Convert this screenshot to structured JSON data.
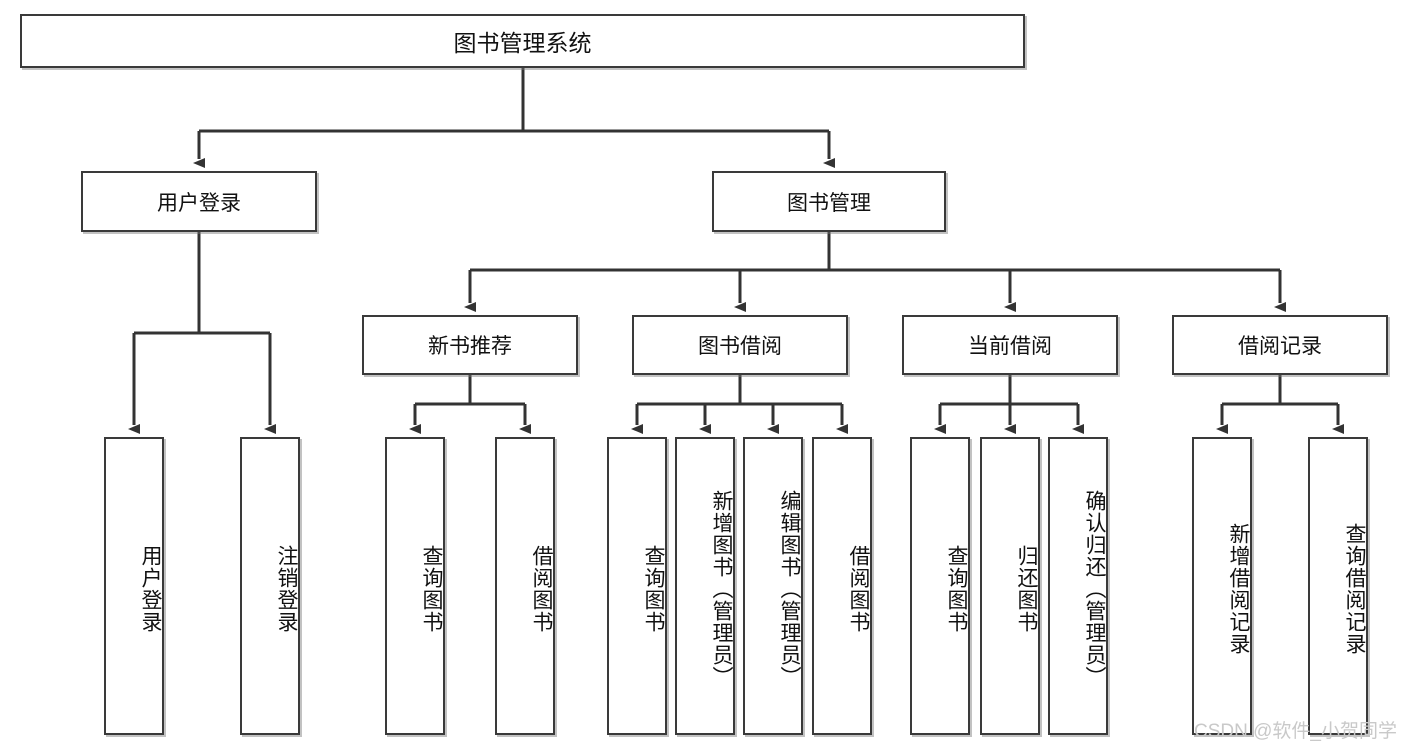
{
  "diagram": {
    "title": "图书管理系统",
    "type": "tree-hierarchy",
    "watermark": "CSDN @软件_小贺同学",
    "colors": {
      "box_border": "#3a3a3a",
      "box_fill": "#ffffff",
      "connector": "#333333",
      "watermark": "#c9c9c9"
    },
    "nodes": {
      "root": "图书管理系统",
      "lvl2": {
        "user_login": "用户登录",
        "book_manage": "图书管理"
      },
      "lvl3": {
        "new_book_rec": "新书推荐",
        "book_borrow": "图书借阅",
        "current_borrow": "当前借阅",
        "borrow_record": "借阅记录"
      },
      "leaves": {
        "user_login_1": "用户登录",
        "user_login_2": "注销登录",
        "new_book_1": "查询图书",
        "new_book_2": "借阅图书",
        "borrow_1": "查询图书",
        "borrow_2": "新增图书（管理员）",
        "borrow_3": "编辑图书（管理员）",
        "borrow_4": "借阅图书",
        "current_1": "查询图书",
        "current_2": "归还图书",
        "current_3": "确认归还（管理员）",
        "record_1": "新增借阅记录",
        "record_2": "查询借阅记录"
      }
    }
  }
}
